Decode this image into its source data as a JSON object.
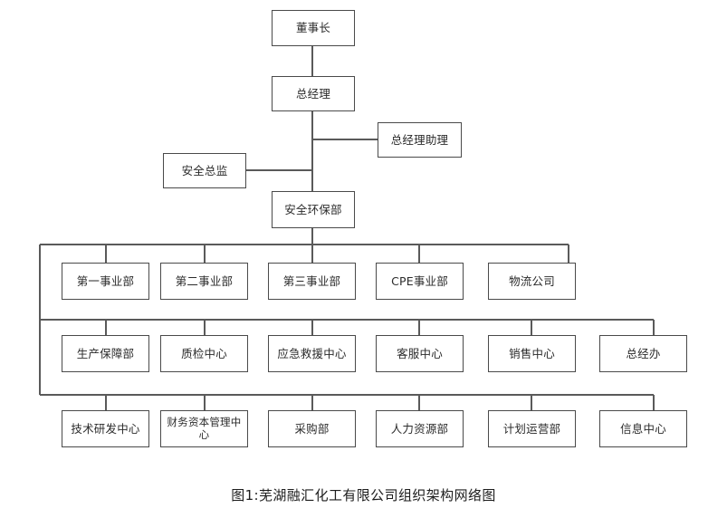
{
  "chart": {
    "type": "org-chart",
    "caption": "图1:芜湖融汇化工有限公司组织架构网络图",
    "colors": {
      "box_border": "#4a4a4a",
      "box_fill": "#ffffff",
      "connector": "#5a5a5a",
      "text": "#2b2b2b",
      "background": "#ffffff"
    },
    "nodes": {
      "chairman": "董事长",
      "general_manager": "总经理",
      "gm_assistant": "总经理助理",
      "safety_director": "安全总监",
      "safety_env_dept": "安全环保部"
    },
    "row1": [
      {
        "label": "第一事业部"
      },
      {
        "label": "第二事业部"
      },
      {
        "label": "第三事业部"
      },
      {
        "label": "CPE事业部"
      },
      {
        "label": "物流公司"
      }
    ],
    "row2": [
      {
        "label": "生产保障部"
      },
      {
        "label": "质检中心"
      },
      {
        "label": "应急救援中心"
      },
      {
        "label": "客服中心"
      },
      {
        "label": "销售中心"
      },
      {
        "label": "总经办"
      }
    ],
    "row3": [
      {
        "label": "技术研发中心"
      },
      {
        "label": "财务资本管理中心"
      },
      {
        "label": "采购部"
      },
      {
        "label": "人力资源部"
      },
      {
        "label": "计划运营部"
      },
      {
        "label": "信息中心"
      }
    ]
  }
}
